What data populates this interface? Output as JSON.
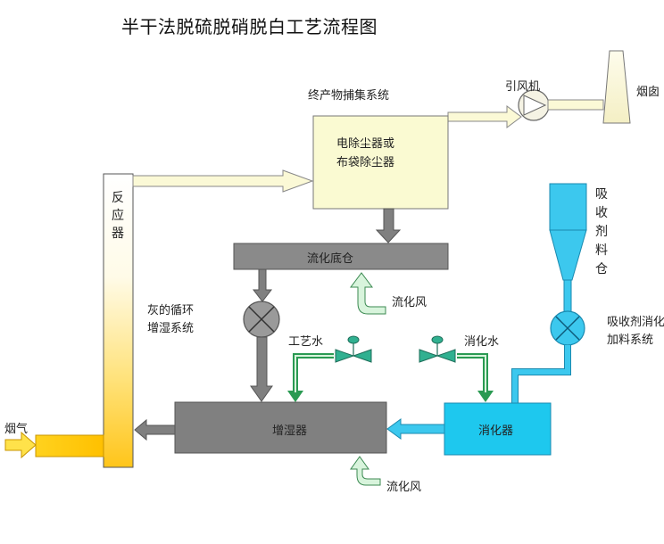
{
  "title": "半干法脱硫脱硝脱白工艺流程图",
  "labels": {
    "product_capture": "终产物捕集系统",
    "fan": "引风机",
    "chimney": "烟囱",
    "collector_line1": "电除尘器或",
    "collector_line2": "布袋除尘器",
    "reactor": [
      "反",
      "应",
      "器"
    ],
    "absorbent_silo": [
      "吸",
      "收",
      "剂",
      "料",
      "仓"
    ],
    "fluid_bin": "流化底仓",
    "fluid_air_1": "流化风",
    "ash_loop_line1": "灰的循环",
    "ash_loop_line2": "增湿系统",
    "feed_system_line1": "吸收剂消化",
    "feed_system_line2": "加料系统",
    "process_water": "工艺水",
    "slaking_water": "消化水",
    "humidifier": "增湿器",
    "slaker": "消化器",
    "flue_gas": "烟气",
    "fluid_air_2": "流化风"
  },
  "colors": {
    "collector_fill": "#fafad2",
    "gray_box": "#808080",
    "slaker_fill": "#1ec8ee",
    "silo_fill": "#3cc8ee",
    "green_pipe": "#2a9a52",
    "teal_valve": "#30b090",
    "fluid_air_arrow": "#d8f4dc"
  }
}
